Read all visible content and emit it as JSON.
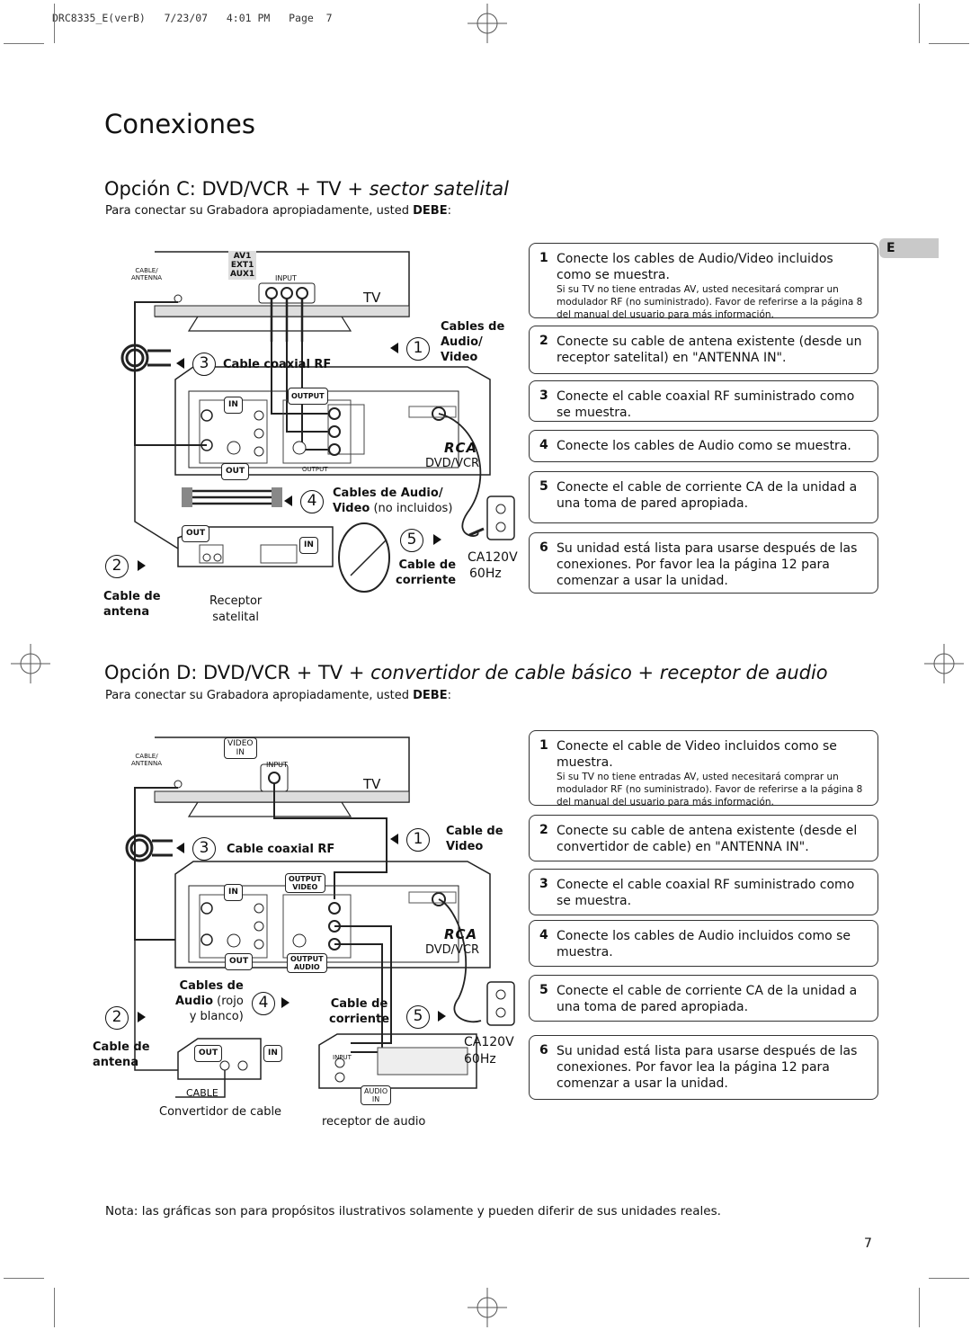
{
  "slug": "DRC8335_E(verB)   7/23/07   4:01 PM   Page  7",
  "page_title": "Conexiones",
  "lang_tab": "E",
  "optionC": {
    "title_plain": "Opción C: DVD/VCR + TV + ",
    "title_italic": "sector satelital",
    "intro_plain": "Para conectar su Grabadora apropiadamente, usted ",
    "intro_bold": "DEBE",
    "intro_end": ":",
    "diagram": {
      "cable_antenna": "CABLE/\nANTENNA",
      "av_label": "AV1\nEXT1\nAUX1",
      "input": "INPUT",
      "tv": "TV",
      "step1_num": "1",
      "step1_label": "Cables de\nAudio/\nVideo",
      "step3_num": "3",
      "step3_label": "Cable coaxial RF",
      "in": "IN",
      "output": "OUTPUT",
      "out": "OUT",
      "out_small": "OUTPUT",
      "brand": "RCA",
      "dvdvcr": "DVD/VCR",
      "step4_num": "4",
      "step4_bold": "Cables de Audio/",
      "step4_bold2": "Video",
      "step4_normal": " (no incluidos)",
      "step5_num": "5",
      "step5_label": "Cable de\ncorriente",
      "voltage": "CA120V",
      "hz": "60Hz",
      "step2_num": "2",
      "antenna_cable": "Cable de\nantena",
      "receiver": "Receptor\nsatelital"
    },
    "steps": [
      {
        "num": "1",
        "text": "Conecte los cables de Audio/Video incluidos como se muestra.",
        "note": "Si su TV no tiene entradas AV, usted necesitará comprar un modulador RF (no suministrado). Favor de referirse a la página 8 del manual del usuario para más información."
      },
      {
        "num": "2",
        "text": "Conecte su cable de antena existente (desde un receptor satelital) en \"ANTENNA IN\".",
        "note": ""
      },
      {
        "num": "3",
        "text": "Conecte el cable coaxial RF suministrado como se muestra.",
        "note": ""
      },
      {
        "num": "4",
        "text": "Conecte los cables de Audio como se muestra.",
        "note": ""
      },
      {
        "num": "5",
        "text": "Conecte el cable de corriente CA de la unidad a una toma de pared apropiada.",
        "note": ""
      },
      {
        "num": "6",
        "text": "Su unidad está lista para usarse después de las conexiones. Por favor lea la página 12 para comenzar a usar la unidad.",
        "note": ""
      }
    ]
  },
  "optionD": {
    "title_plain": "Opción D: DVD/VCR + TV + ",
    "title_italic": "convertidor de cable básico + receptor de audio",
    "intro_plain": "Para conectar su Grabadora apropiadamente, usted ",
    "intro_bold": "DEBE",
    "intro_end": ":",
    "diagram": {
      "cable_antenna": "CABLE/\nANTENNA",
      "video_in": "VIDEO\nIN",
      "input": "INPUT",
      "tv": "TV",
      "step1_num": "1",
      "step1_label": "Cable de\nVideo",
      "step3_num": "3",
      "step3_label": "Cable coaxial RF",
      "in": "IN",
      "output_video": "OUTPUT\nVIDEO",
      "out": "OUT",
      "output_audio": "OUTPUT\nAUDIO",
      "brand": "RCA",
      "dvdvcr": "DVD/VCR",
      "step4_num": "4",
      "step4_bold": "Cables de",
      "step4_bold2": "Audio",
      "step4_normal": " (rojo",
      "step4_normal2": "y blanco)",
      "step5_num": "5",
      "step5_label": "Cable de\ncorriente",
      "voltage": "CA120V",
      "hz": "60Hz",
      "step2_num": "2",
      "antenna_cable": "Cable de\nantena",
      "cable": "CABLE",
      "converter": "Convertidor de cable",
      "audio_in": "AUDIO\nIN",
      "receiver": "receptor de audio"
    },
    "steps": [
      {
        "num": "1",
        "text": "Conecte el cable de Video incluidos como se muestra.",
        "note": "Si su TV no tiene entradas AV, usted necesitará comprar un modulador RF (no suministrado). Favor de referirse a la página 8 del manual del usuario para más información."
      },
      {
        "num": "2",
        "text": "Conecte su cable de antena existente (desde el convertidor de cable) en \"ANTENNA IN\".",
        "note": ""
      },
      {
        "num": "3",
        "text": "Conecte el cable coaxial RF suministrado como se muestra.",
        "note": ""
      },
      {
        "num": "4",
        "text": "Conecte los cables de Audio incluidos como se muestra.",
        "note": ""
      },
      {
        "num": "5",
        "text": "Conecte el cable de corriente CA de la unidad a una toma de pared apropiada.",
        "note": ""
      },
      {
        "num": "6",
        "text": "Su unidad está lista para usarse después de las conexiones. Por favor lea la página 12 para comenzar a usar la unidad.",
        "note": ""
      }
    ]
  },
  "footnote": "Nota: las gráficas son para propósitos ilustrativos solamente y pueden diferir de sus unidades reales.",
  "page_number": "7"
}
